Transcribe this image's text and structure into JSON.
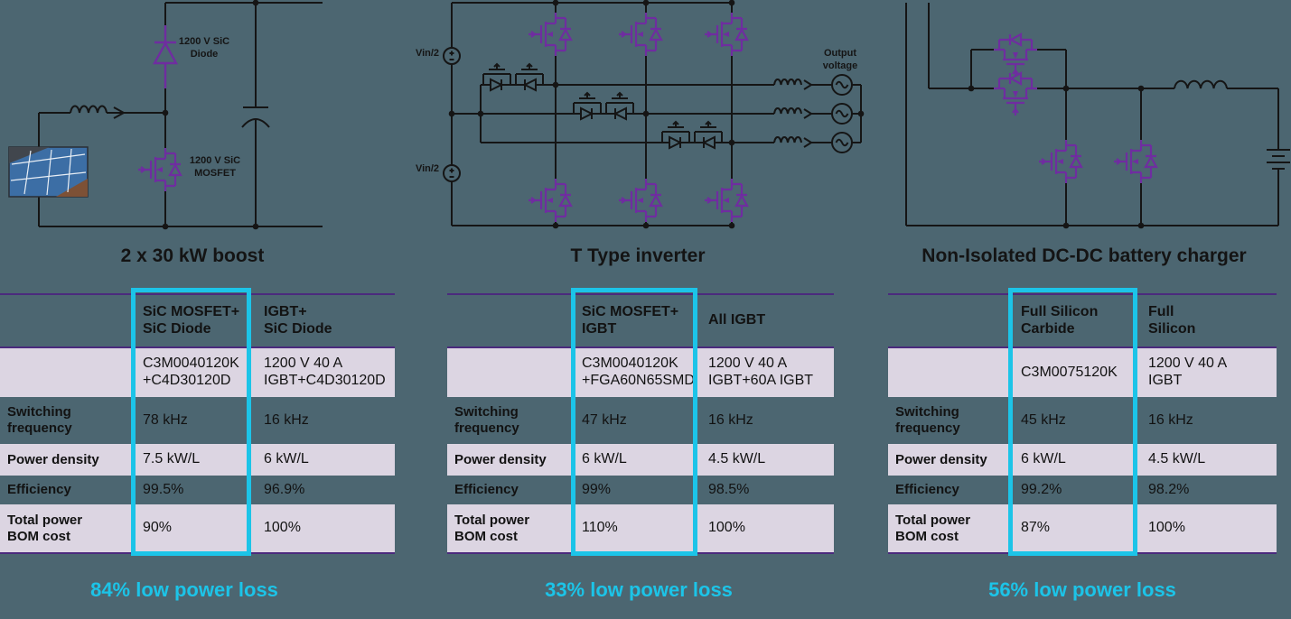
{
  "page": {
    "background": "#4c6671"
  },
  "colors": {
    "highlight_cyan": "#1cc4e8",
    "table_line_purple": "#4b2a7d",
    "row_lavender": "#dcd5e2",
    "component_purple": "#6f2da0",
    "wire_black": "#151515"
  },
  "panels": [
    {
      "id": "boost",
      "title": "2 x 30 kW boost",
      "callout": "84% low power loss",
      "circuit": {
        "diode_label": "1200 V SiC\nDiode",
        "mosfet_label": "1200 V SiC\nMOSFET"
      },
      "table": {
        "columns": [
          "SiC MOSFET+\nSiC Diode",
          "IGBT+\nSiC Diode"
        ],
        "rows": [
          {
            "label": "",
            "highlighted": "C3M0040120K\n+C4D30120D",
            "reference": "1200 V 40 A\nIGBT+C4D30120D"
          },
          {
            "label": "Switching\nfrequency",
            "highlighted": "78 kHz",
            "reference": "16 kHz"
          },
          {
            "label": "Power density",
            "highlighted": "7.5 kW/L",
            "reference": "6 kW/L"
          },
          {
            "label": "Efficiency",
            "highlighted": "99.5%",
            "reference": "96.9%"
          },
          {
            "label": "Total power\nBOM cost",
            "highlighted": "90%",
            "reference": "100%"
          }
        ]
      }
    },
    {
      "id": "t-type-inverter",
      "title": "T Type inverter",
      "callout": "33% low power loss",
      "circuit": {
        "vin_top": "Vin/2",
        "vin_bottom": "Vin/2",
        "output_label": "Output\nvoltage"
      },
      "table": {
        "columns": [
          "SiC MOSFET+\nIGBT",
          "All IGBT"
        ],
        "rows": [
          {
            "label": "",
            "highlighted": "C3M0040120K\n+FGA60N65SMD",
            "reference": "1200 V 40 A\nIGBT+60A IGBT"
          },
          {
            "label": "Switching\nfrequency",
            "highlighted": "47 kHz",
            "reference": "16 kHz"
          },
          {
            "label": "Power density",
            "highlighted": "6 kW/L",
            "reference": "4.5 kW/L"
          },
          {
            "label": "Efficiency",
            "highlighted": "99%",
            "reference": "98.5%"
          },
          {
            "label": "Total power\nBOM cost",
            "highlighted": "110%",
            "reference": "100%"
          }
        ]
      }
    },
    {
      "id": "dcdc-charger",
      "title": "Non-Isolated DC-DC battery charger",
      "callout": "56% low power loss",
      "circuit": {},
      "table": {
        "columns": [
          "Full Silicon\nCarbide",
          "Full\nSilicon"
        ],
        "rows": [
          {
            "label": "",
            "highlighted": "C3M0075120K",
            "reference": "1200 V 40 A\nIGBT"
          },
          {
            "label": "Switching\nfrequency",
            "highlighted": "45 kHz",
            "reference": "16 kHz"
          },
          {
            "label": "Power density",
            "highlighted": "6 kW/L",
            "reference": "4.5 kW/L"
          },
          {
            "label": "Efficiency",
            "highlighted": "99.2%",
            "reference": "98.2%"
          },
          {
            "label": "Total power\nBOM cost",
            "highlighted": "87%",
            "reference": "100%"
          }
        ]
      }
    }
  ]
}
